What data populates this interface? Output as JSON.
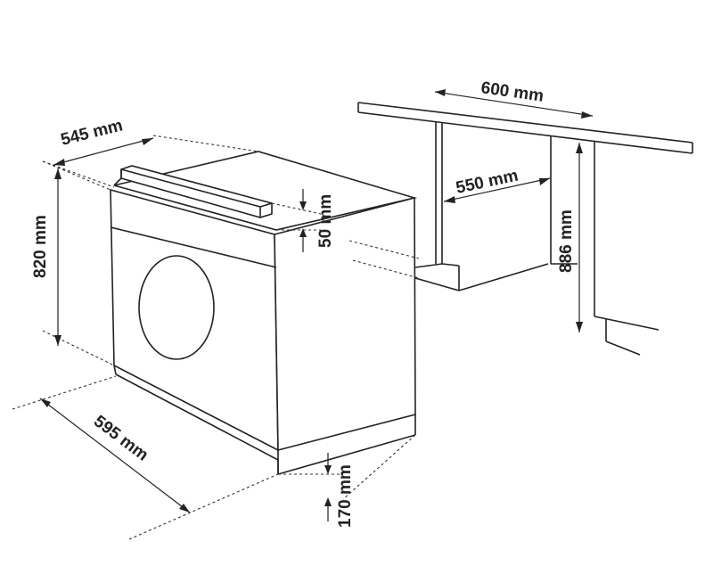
{
  "dimensions": {
    "depth_top": "545 mm",
    "height": "820 mm",
    "width": "595 mm",
    "top_clearance": "50 mm",
    "plinth": "170 mm",
    "niche_width_top": "600 mm",
    "niche_depth": "550 mm",
    "niche_height": "886 mm"
  }
}
